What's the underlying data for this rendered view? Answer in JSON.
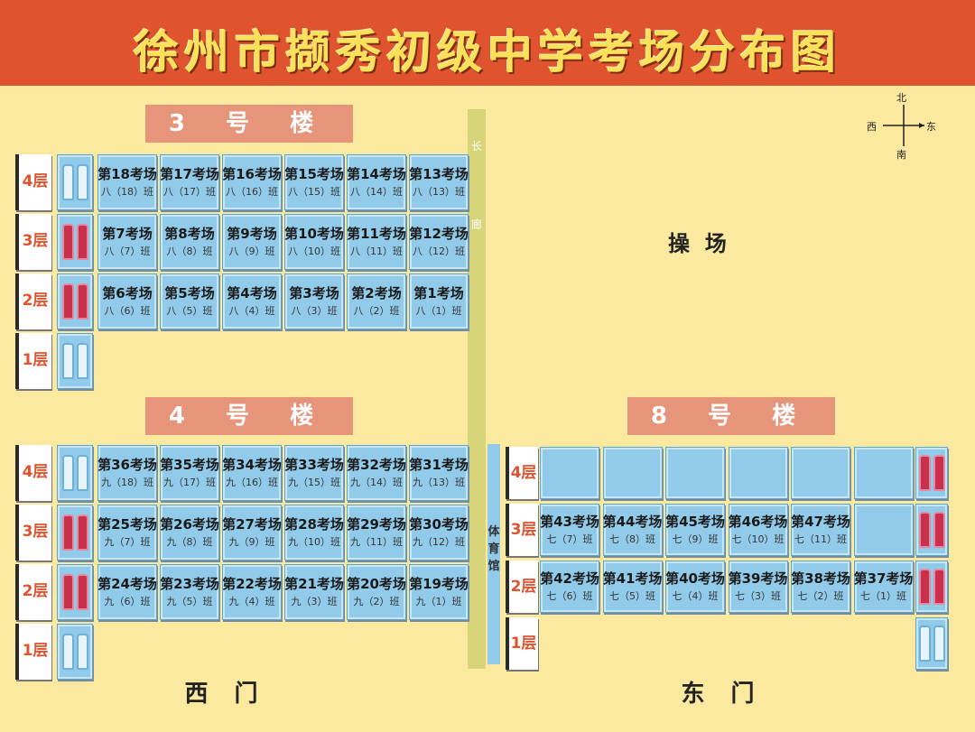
{
  "title": "徐州市撷秀初级中学考场分布图",
  "compass": {
    "north": "北",
    "south": "南",
    "east": "东",
    "west": "西"
  },
  "playground": "操  场",
  "corridor": [
    "长",
    "廊"
  ],
  "gym": [
    "体",
    "育",
    "馆"
  ],
  "gates": {
    "west": "西 门",
    "east": "东 门"
  },
  "building3": {
    "name": "3 号 楼",
    "floors": [
      {
        "label": "4层",
        "wc": "blue",
        "rooms": [
          {
            "name": "第18考场",
            "cls": "八（18）班"
          },
          {
            "name": "第17考场",
            "cls": "八（17）班"
          },
          {
            "name": "第16考场",
            "cls": "八（16）班"
          },
          {
            "name": "第15考场",
            "cls": "八（15）班"
          },
          {
            "name": "第14考场",
            "cls": "八（14）班"
          },
          {
            "name": "第13考场",
            "cls": "八（13）班"
          }
        ]
      },
      {
        "label": "3层",
        "wc": "red",
        "rooms": [
          {
            "name": "第7考场",
            "cls": "八（7）班"
          },
          {
            "name": "第8考场",
            "cls": "八（8）班"
          },
          {
            "name": "第9考场",
            "cls": "八（9）班"
          },
          {
            "name": "第10考场",
            "cls": "八（10）班"
          },
          {
            "name": "第11考场",
            "cls": "八（11）班"
          },
          {
            "name": "第12考场",
            "cls": "八（12）班"
          }
        ]
      },
      {
        "label": "2层",
        "wc": "red",
        "rooms": [
          {
            "name": "第6考场",
            "cls": "八（6）班"
          },
          {
            "name": "第5考场",
            "cls": "八（5）班"
          },
          {
            "name": "第4考场",
            "cls": "八（4）班"
          },
          {
            "name": "第3考场",
            "cls": "八（3）班"
          },
          {
            "name": "第2考场",
            "cls": "八（2）班"
          },
          {
            "name": "第1考场",
            "cls": "八（1）班"
          }
        ]
      },
      {
        "label": "1层",
        "wc": "blue",
        "rooms": []
      }
    ]
  },
  "building4": {
    "name": "4 号 楼",
    "floors": [
      {
        "label": "4层",
        "wc": "blue",
        "rooms": [
          {
            "name": "第36考场",
            "cls": "九（18）班"
          },
          {
            "name": "第35考场",
            "cls": "九（17）班"
          },
          {
            "name": "第34考场",
            "cls": "九（16）班"
          },
          {
            "name": "第33考场",
            "cls": "九（15）班"
          },
          {
            "name": "第32考场",
            "cls": "九（14）班"
          },
          {
            "name": "第31考场",
            "cls": "九（13）班"
          }
        ]
      },
      {
        "label": "3层",
        "wc": "red",
        "rooms": [
          {
            "name": "第25考场",
            "cls": "九（7）班"
          },
          {
            "name": "第26考场",
            "cls": "九（8）班"
          },
          {
            "name": "第27考场",
            "cls": "九（9）班"
          },
          {
            "name": "第28考场",
            "cls": "九（10）班"
          },
          {
            "name": "第29考场",
            "cls": "九（11）班"
          },
          {
            "name": "第30考场",
            "cls": "九（12）班"
          }
        ]
      },
      {
        "label": "2层",
        "wc": "red",
        "rooms": [
          {
            "name": "第24考场",
            "cls": "九（6）班"
          },
          {
            "name": "第23考场",
            "cls": "九（5）班"
          },
          {
            "name": "第22考场",
            "cls": "九（4）班"
          },
          {
            "name": "第21考场",
            "cls": "九（3）班"
          },
          {
            "name": "第20考场",
            "cls": "九（2）班"
          },
          {
            "name": "第19考场",
            "cls": "九（1）班"
          }
        ]
      },
      {
        "label": "1层",
        "wc": "blue",
        "rooms": []
      }
    ]
  },
  "building8": {
    "name": "8 号 楼",
    "floors": [
      {
        "label": "4层",
        "wc": "red",
        "rooms": [
          {
            "name": "",
            "cls": ""
          },
          {
            "name": "",
            "cls": ""
          },
          {
            "name": "",
            "cls": ""
          },
          {
            "name": "",
            "cls": ""
          },
          {
            "name": "",
            "cls": ""
          },
          {
            "name": "",
            "cls": ""
          }
        ]
      },
      {
        "label": "3层",
        "wc": "red",
        "rooms": [
          {
            "name": "第43考场",
            "cls": "七（7）班"
          },
          {
            "name": "第44考场",
            "cls": "七（8）班"
          },
          {
            "name": "第45考场",
            "cls": "七（9）班"
          },
          {
            "name": "第46考场",
            "cls": "七（10）班"
          },
          {
            "name": "第47考场",
            "cls": "七（11）班"
          },
          {
            "name": "",
            "cls": ""
          }
        ]
      },
      {
        "label": "2层",
        "wc": "red",
        "rooms": [
          {
            "name": "第42考场",
            "cls": "七（6）班"
          },
          {
            "name": "第41考场",
            "cls": "七（5）班"
          },
          {
            "name": "第40考场",
            "cls": "七（4）班"
          },
          {
            "name": "第39考场",
            "cls": "七（3）班"
          },
          {
            "name": "第38考场",
            "cls": "七（2）班"
          },
          {
            "name": "第37考场",
            "cls": "七（1）班"
          }
        ]
      },
      {
        "label": "1层",
        "wc": "blue",
        "rooms": []
      }
    ]
  }
}
